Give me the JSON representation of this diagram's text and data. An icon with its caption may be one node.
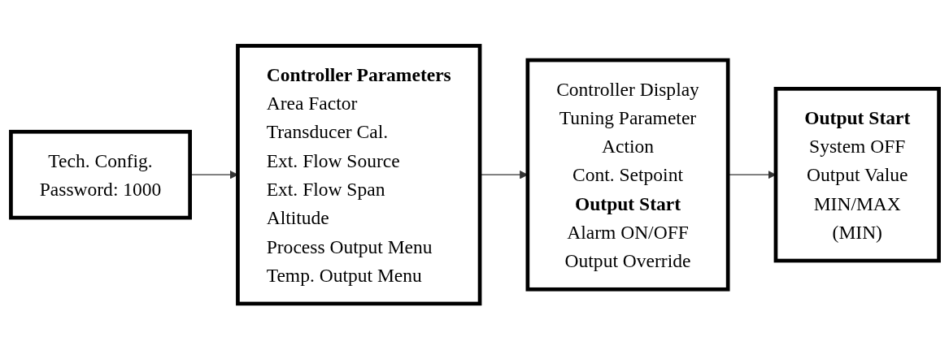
{
  "diagram": {
    "nodes": [
      {
        "text": [
          "Tech. Config.",
          "Password: 1000"
        ]
      },
      {
        "text": [
          "Controller Parameters",
          "Area Factor",
          "Transducer Cal.",
          "Ext. Flow Source",
          "Ext. Flow Span",
          "Altitude",
          "Process Output Menu",
          "Temp. Output Menu"
        ]
      },
      {
        "text": [
          "Controller Display",
          "Tuning Parameter",
          "Action",
          "Cont. Setpoint",
          "Output Start",
          "Alarm ON/OFF",
          "Output Override"
        ]
      },
      {
        "text": [
          "Output Start",
          "System OFF",
          "Output Value",
          "MIN/MAX",
          "(MIN)"
        ]
      }
    ],
    "edges": [
      {
        "from": 0,
        "to": 1,
        "arrow": "to"
      },
      {
        "from": 1,
        "to": 2,
        "arrow": "to"
      },
      {
        "from": 2,
        "to": 3,
        "arrow": "to"
      }
    ]
  }
}
